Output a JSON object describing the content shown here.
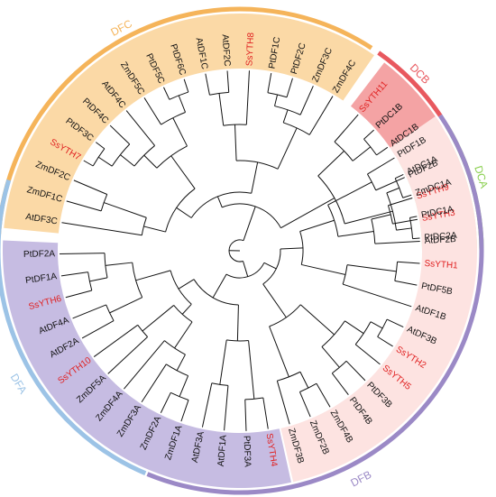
{
  "colors": {
    "DFC": "#f5b45a",
    "DFC_bg": "#fbd9a6",
    "DCB": "#e8585e",
    "DCB_bg": "#f4a3a4",
    "DCA": "#8acf4f",
    "DCA_bg": "#cfe9b5",
    "DFB": "#9b89c6",
    "DFB_bg": "#fde3e1",
    "DFA": "#9cc3e6",
    "DFA_bg": "#c6bce2",
    "highlight_text": "#e02020",
    "text": "#111111",
    "line": "#111111"
  },
  "groups": [
    {
      "id": "DFC",
      "label": "DFC"
    },
    {
      "id": "DCB",
      "label": "DCB"
    },
    {
      "id": "DCA",
      "label": "DCA"
    },
    {
      "id": "DFB",
      "label": "DFB"
    },
    {
      "id": "DFA",
      "label": "DFA"
    }
  ],
  "leaves": [
    {
      "name": "AtDC1B",
      "group": "DCB",
      "highlight": false
    },
    {
      "name": "PtDC1B",
      "group": "DCB",
      "highlight": false
    },
    {
      "name": "SsYTH11",
      "group": "DCB",
      "highlight": true
    },
    {
      "name": "ZmDF4C",
      "group": "DFC",
      "highlight": false
    },
    {
      "name": "ZmDF3C",
      "group": "DFC",
      "highlight": false
    },
    {
      "name": "PtDF2C",
      "group": "DFC",
      "highlight": false
    },
    {
      "name": "PtDF1C",
      "group": "DFC",
      "highlight": false
    },
    {
      "name": "SsYTH8",
      "group": "DFC",
      "highlight": true
    },
    {
      "name": "AtDF2C",
      "group": "DFC",
      "highlight": false
    },
    {
      "name": "AtDF1C",
      "group": "DFC",
      "highlight": false
    },
    {
      "name": "PtDF6C",
      "group": "DFC",
      "highlight": false
    },
    {
      "name": "PtDF5C",
      "group": "DFC",
      "highlight": false
    },
    {
      "name": "ZmDF5C",
      "group": "DFC",
      "highlight": false
    },
    {
      "name": "AtDF4C",
      "group": "DFC",
      "highlight": false
    },
    {
      "name": "PtDF4C",
      "group": "DFC",
      "highlight": false
    },
    {
      "name": "PtDF3C",
      "group": "DFC",
      "highlight": false
    },
    {
      "name": "SsYTH7",
      "group": "DFC",
      "highlight": true
    },
    {
      "name": "ZmDF2C",
      "group": "DFC",
      "highlight": false
    },
    {
      "name": "ZmDF1C",
      "group": "DFC",
      "highlight": false
    },
    {
      "name": "AtDF3C",
      "group": "DFC",
      "highlight": false
    },
    {
      "name": "PtDF2A",
      "group": "DFA",
      "highlight": false
    },
    {
      "name": "PtDF1A",
      "group": "DFA",
      "highlight": false
    },
    {
      "name": "SsYTH6",
      "group": "DFA",
      "highlight": true
    },
    {
      "name": "AtDF4A",
      "group": "DFA",
      "highlight": false
    },
    {
      "name": "AtDF2A",
      "group": "DFA",
      "highlight": false
    },
    {
      "name": "SsYTH10",
      "group": "DFA",
      "highlight": true
    },
    {
      "name": "ZmDF5A",
      "group": "DFA",
      "highlight": false
    },
    {
      "name": "ZmDF4A",
      "group": "DFA",
      "highlight": false
    },
    {
      "name": "ZmDF3A",
      "group": "DFA",
      "highlight": false
    },
    {
      "name": "ZmDF2A",
      "group": "DFA",
      "highlight": false
    },
    {
      "name": "ZmDF1A",
      "group": "DFA",
      "highlight": false
    },
    {
      "name": "AtDF3A",
      "group": "DFA",
      "highlight": false
    },
    {
      "name": "AtDF1A",
      "group": "DFA",
      "highlight": false
    },
    {
      "name": "PtDF3A",
      "group": "DFA",
      "highlight": false
    },
    {
      "name": "SsYTH4",
      "group": "DFA",
      "highlight": true
    },
    {
      "name": "ZmDF3B",
      "group": "DFB",
      "highlight": false
    },
    {
      "name": "ZmDF2B",
      "group": "DFB",
      "highlight": false
    },
    {
      "name": "ZmDF4B",
      "group": "DFB",
      "highlight": false
    },
    {
      "name": "PtDF4B",
      "group": "DFB",
      "highlight": false
    },
    {
      "name": "PtDF3B",
      "group": "DFB",
      "highlight": false
    },
    {
      "name": "SsYTH5",
      "group": "DFB",
      "highlight": true
    },
    {
      "name": "SsYTH2",
      "group": "DFB",
      "highlight": true
    },
    {
      "name": "AtDF3B",
      "group": "DFB",
      "highlight": false
    },
    {
      "name": "AtDF1B",
      "group": "DFB",
      "highlight": false
    },
    {
      "name": "PtDF5B",
      "group": "DFB",
      "highlight": false
    },
    {
      "name": "SsYTH1",
      "group": "DFB",
      "highlight": true
    },
    {
      "name": "AtDF2B",
      "group": "DFB",
      "highlight": false
    },
    {
      "name": "SsYTH3",
      "group": "DFB",
      "highlight": true
    },
    {
      "name": "SsYTH9",
      "group": "DFB",
      "highlight": true
    },
    {
      "name": "PtDF2B",
      "group": "DFB",
      "highlight": false
    },
    {
      "name": "PtDF1B",
      "group": "DFB",
      "highlight": false
    },
    {
      "name": "PtDC2A",
      "group": "DCA",
      "highlight": false
    },
    {
      "name": "PtDC1A",
      "group": "DCA",
      "highlight": false
    },
    {
      "name": "ZmDC1A",
      "group": "DCA",
      "highlight": false
    },
    {
      "name": "AtDC1A",
      "group": "DCA",
      "highlight": false
    }
  ]
}
